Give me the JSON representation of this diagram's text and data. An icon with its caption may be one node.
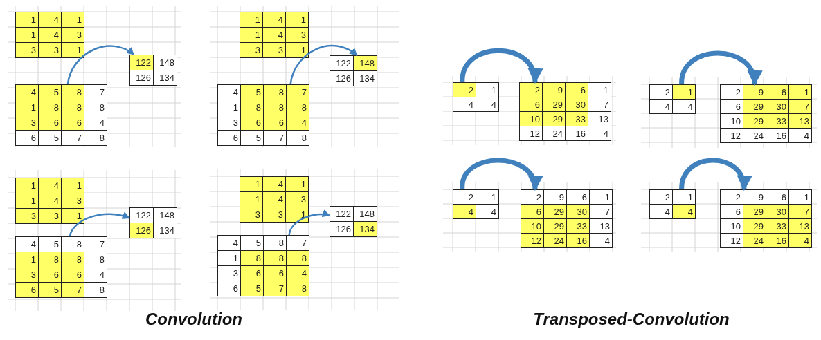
{
  "diagram": {
    "nodes": [
      {
        "text": [
          "1",
          "4",
          "1",
          "1",
          "4",
          "3",
          "3",
          "3",
          "1"
        ]
      },
      {
        "text": [
          "122",
          "148",
          "126",
          "134"
        ]
      },
      {
        "text": [
          "4",
          "5",
          "8",
          "7",
          "1",
          "8",
          "8",
          "8",
          "3",
          "6",
          "6",
          "4",
          "6",
          "5",
          "7",
          "8"
        ]
      },
      {
        "text": [
          "1",
          "4",
          "1",
          "1",
          "4",
          "3",
          "3",
          "3",
          "1"
        ]
      },
      {
        "text": [
          "122",
          "148",
          "126",
          "134"
        ]
      },
      {
        "text": [
          "4",
          "5",
          "8",
          "7",
          "1",
          "8",
          "8",
          "8",
          "3",
          "6",
          "6",
          "4",
          "6",
          "5",
          "7",
          "8"
        ]
      },
      {
        "text": [
          "2",
          "1",
          "4",
          "4"
        ]
      },
      {
        "text": [
          "2",
          "9",
          "6",
          "1",
          "6",
          "29",
          "30",
          "7",
          "10",
          "29",
          "33",
          "13",
          "12",
          "24",
          "16",
          "4"
        ]
      },
      {
        "text": [
          "2",
          "1",
          "4",
          "4"
        ]
      },
      {
        "text": [
          "2",
          "9",
          "6",
          "1",
          "6",
          "29",
          "30",
          "7",
          "10",
          "29",
          "33",
          "13",
          "12",
          "24",
          "16",
          "4"
        ]
      },
      {
        "text": [
          "1",
          "4",
          "1",
          "1",
          "4",
          "3",
          "3",
          "3",
          "1"
        ]
      },
      {
        "text": [
          "122",
          "148",
          "126",
          "134"
        ]
      },
      {
        "text": [
          "4",
          "5",
          "8",
          "7",
          "1",
          "8",
          "8",
          "8",
          "3",
          "6",
          "6",
          "4",
          "6",
          "5",
          "7",
          "8"
        ]
      },
      {
        "text": [
          "1",
          "4",
          "1",
          "1",
          "4",
          "3",
          "3",
          "3",
          "1"
        ]
      },
      {
        "text": [
          "122",
          "148",
          "126",
          "134"
        ]
      },
      {
        "text": [
          "4",
          "5",
          "8",
          "7",
          "1",
          "8",
          "8",
          "8",
          "3",
          "6",
          "6",
          "4",
          "6",
          "5",
          "7",
          "8"
        ]
      },
      {
        "text": [
          "2",
          "1",
          "4",
          "4"
        ]
      },
      {
        "text": [
          "2",
          "9",
          "6",
          "1",
          "6",
          "29",
          "30",
          "7",
          "10",
          "29",
          "33",
          "13",
          "12",
          "24",
          "16",
          "4"
        ]
      },
      {
        "text": [
          "2",
          "1",
          "4",
          "4"
        ]
      },
      {
        "text": [
          "2",
          "9",
          "6",
          "1",
          "6",
          "29",
          "30",
          "7",
          "10",
          "29",
          "33",
          "13",
          "12",
          "24",
          "16",
          "4"
        ]
      }
    ],
    "edges": [
      {
        "from": 2,
        "to": 1,
        "arrow": "to"
      },
      {
        "from": 5,
        "to": 4,
        "arrow": "to"
      },
      {
        "from": 6,
        "to": 7,
        "arrow": "to",
        "style": "thick"
      },
      {
        "from": 8,
        "to": 9,
        "arrow": "to",
        "style": "thick"
      },
      {
        "from": 12,
        "to": 11,
        "arrow": "to"
      },
      {
        "from": 15,
        "to": 14,
        "arrow": "to"
      },
      {
        "from": 16,
        "to": 17,
        "arrow": "to",
        "style": "thick"
      },
      {
        "from": 18,
        "to": 19,
        "arrow": "to",
        "style": "thick"
      }
    ],
    "labels": [
      "Convolution",
      "Transposed-Convolution"
    ]
  }
}
